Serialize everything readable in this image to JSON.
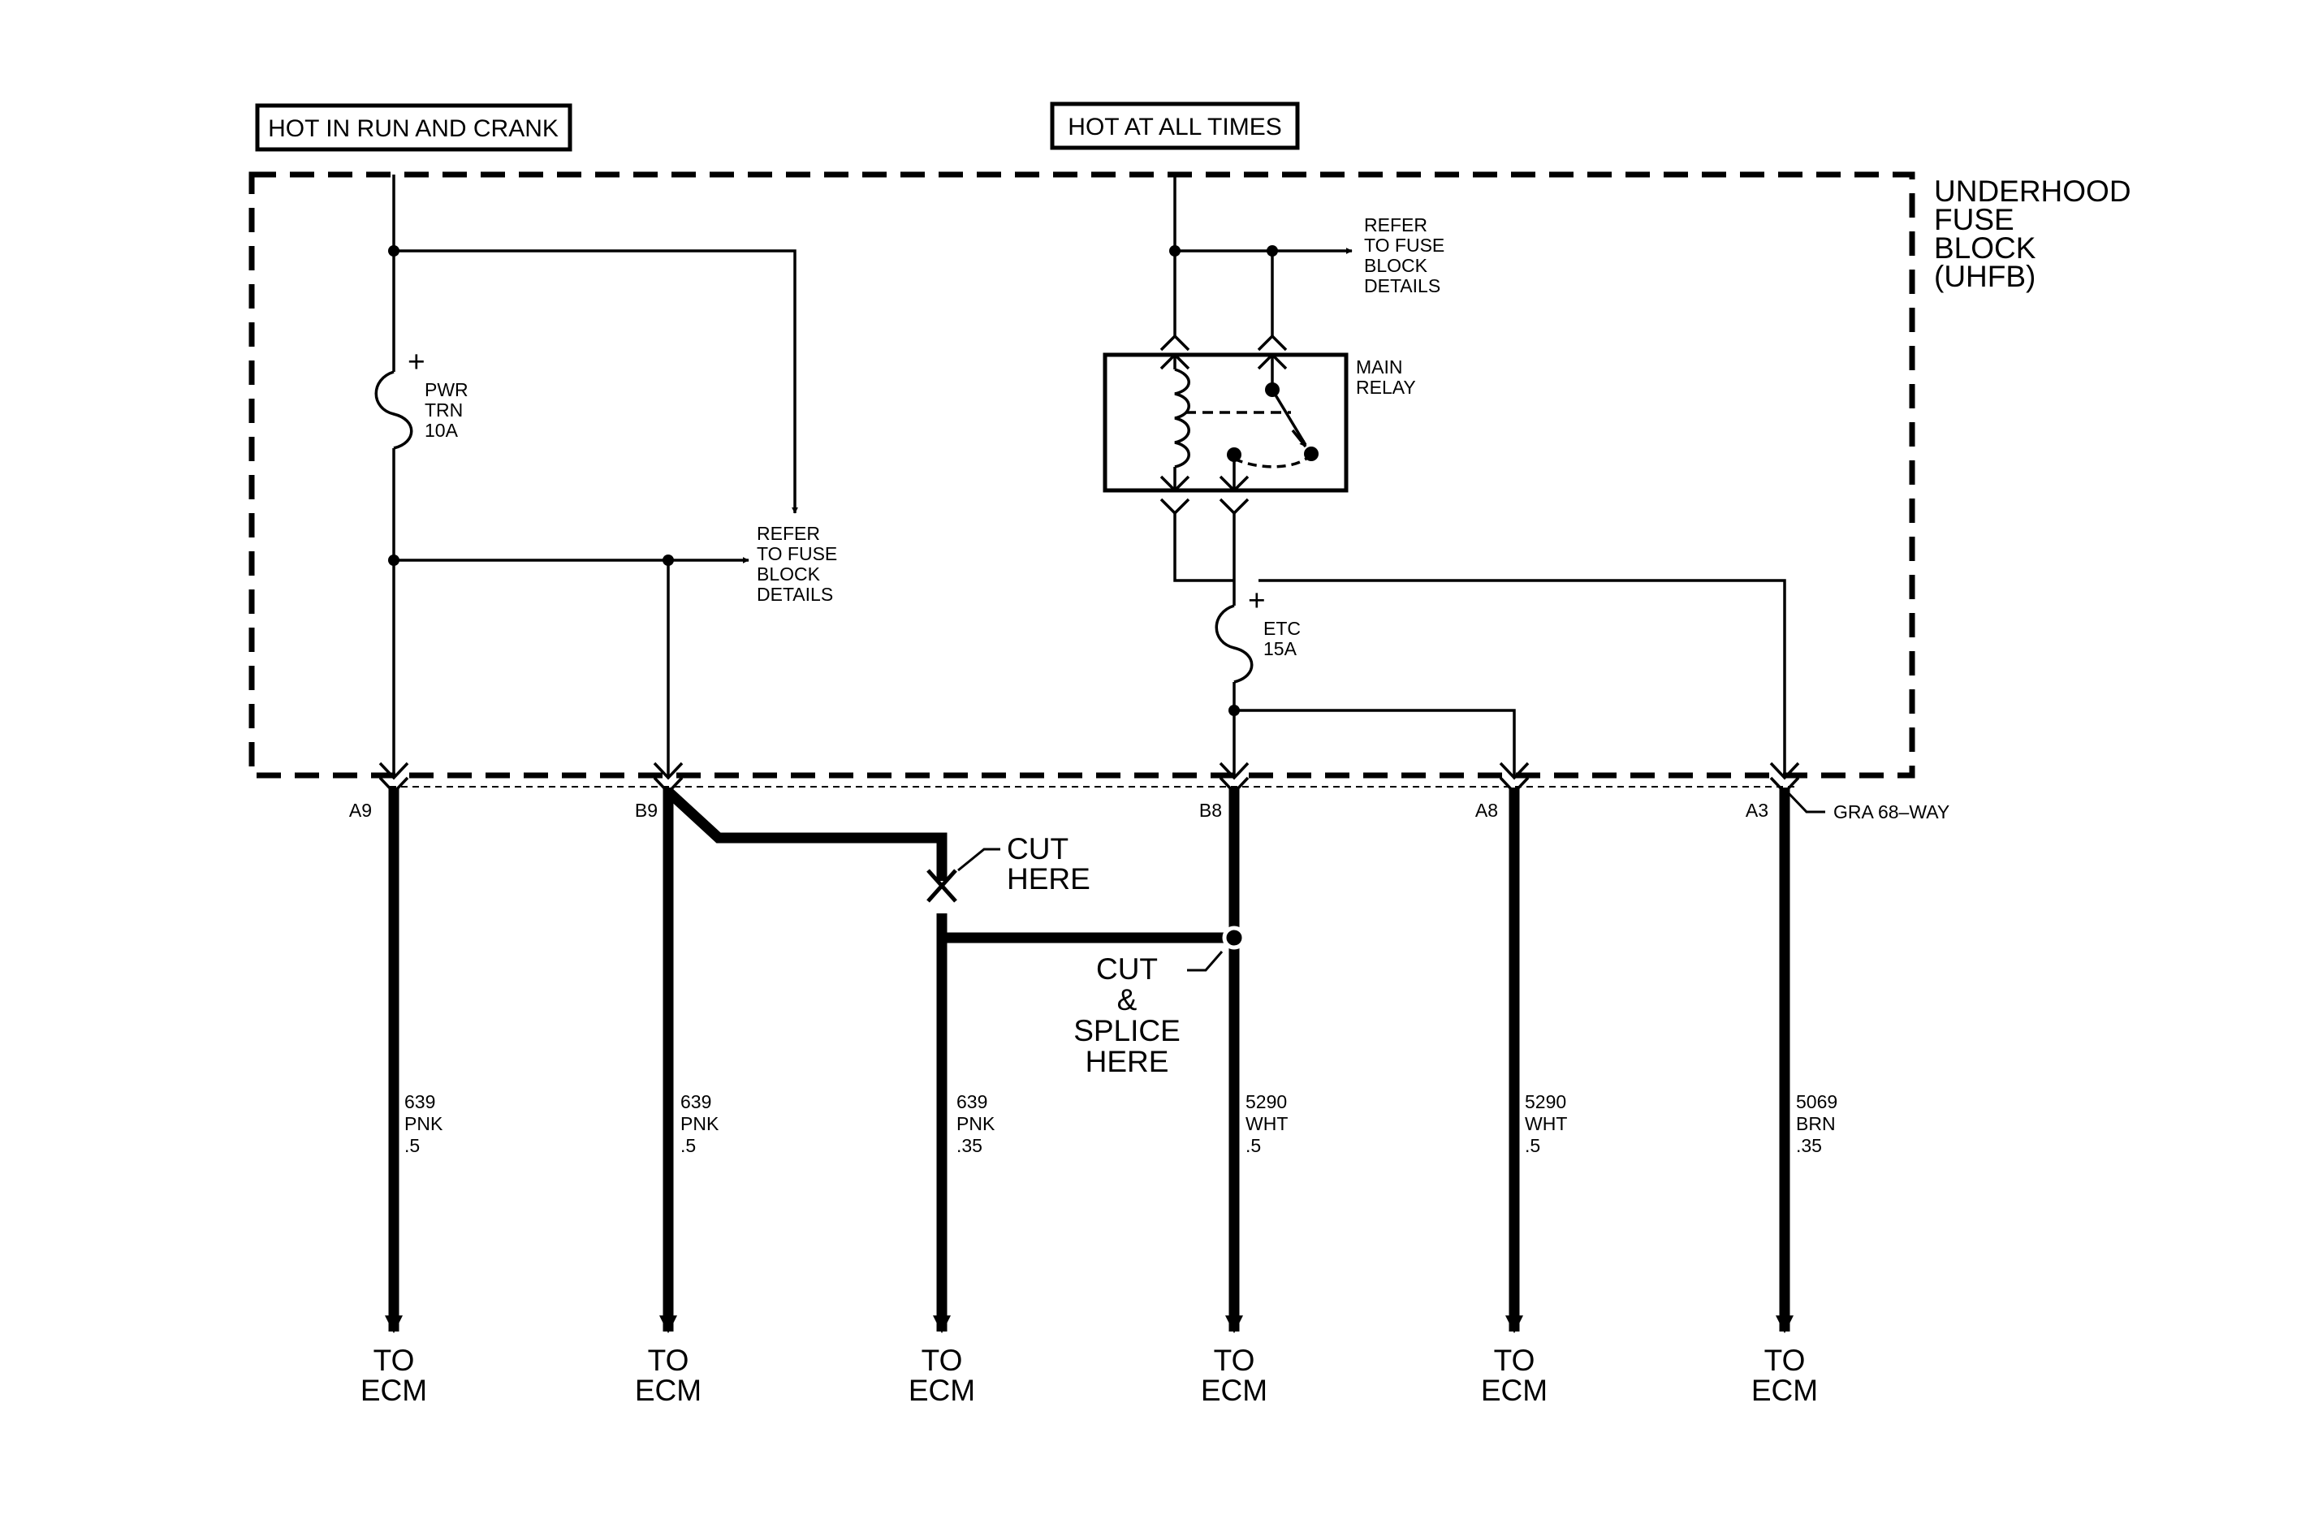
{
  "power_sources": {
    "run_crank": "HOT IN RUN AND CRANK",
    "all_times": "HOT AT ALL TIMES"
  },
  "fuse_block": {
    "name_lines": [
      "UNDERHOOD",
      "FUSE",
      "BLOCK",
      "(UHFB)"
    ]
  },
  "fuses": [
    {
      "polarity": "+",
      "lines": [
        "PWR",
        "TRN",
        "10A"
      ]
    },
    {
      "polarity": "+",
      "lines": [
        "ETC",
        "15A"
      ]
    }
  ],
  "relay": {
    "lines": [
      "MAIN",
      "RELAY"
    ]
  },
  "refer_notes": [
    {
      "lines": [
        "REFER",
        "TO FUSE",
        "BLOCK",
        "DETAILS"
      ]
    },
    {
      "lines": [
        "REFER",
        "TO FUSE",
        "BLOCK",
        "DETAILS"
      ]
    }
  ],
  "connector": {
    "name": "GRA 68–WAY",
    "pins": [
      "A9",
      "B9",
      "B8",
      "A8",
      "A3"
    ]
  },
  "annotations": {
    "cut_lines": [
      "CUT",
      "HERE"
    ],
    "splice_lines": [
      "CUT",
      "&",
      "SPLICE",
      "HERE"
    ]
  },
  "wires": [
    {
      "circuit": "639",
      "color": "PNK",
      "gauge": ".5",
      "dest": [
        "TO",
        "ECM"
      ]
    },
    {
      "circuit": "639",
      "color": "PNK",
      "gauge": ".5",
      "dest": [
        "TO",
        "ECM"
      ]
    },
    {
      "circuit": "639",
      "color": "PNK",
      "gauge": ".35",
      "dest": [
        "TO",
        "ECM"
      ]
    },
    {
      "circuit": "5290",
      "color": "WHT",
      "gauge": ".5",
      "dest": [
        "TO",
        "ECM"
      ]
    },
    {
      "circuit": "5290",
      "color": "WHT",
      "gauge": ".5",
      "dest": [
        "TO",
        "ECM"
      ]
    },
    {
      "circuit": "5069",
      "color": "BRN",
      "gauge": ".35",
      "dest": [
        "TO",
        "ECM"
      ]
    }
  ]
}
